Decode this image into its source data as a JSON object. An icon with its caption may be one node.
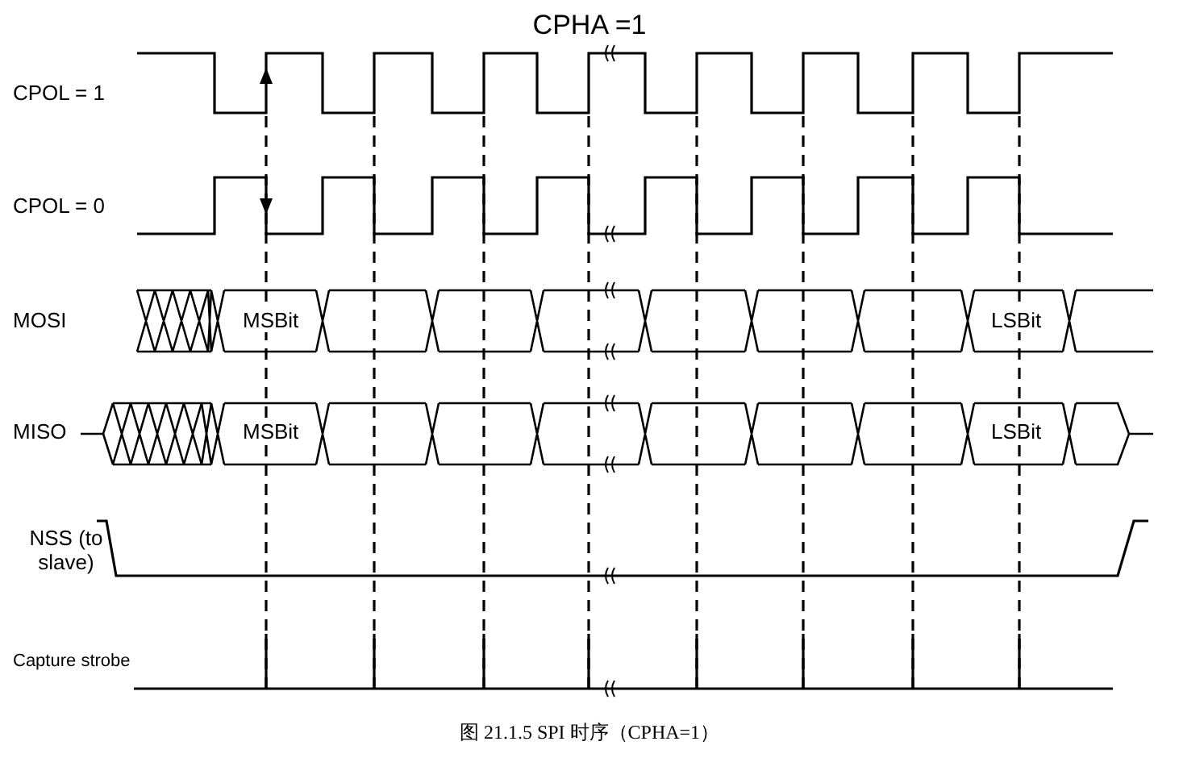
{
  "diagram": {
    "title": "CPHA =1",
    "caption": "图 21.1.5 SPI 时序（CPHA=1）",
    "labels": [
      "CPOL = 1",
      "CPOL = 0",
      "MOSI",
      "MSBit",
      "LSBit",
      "MISO",
      "MSBit",
      "LSBit",
      "NSS (to slave)",
      "Capture strobe"
    ]
  }
}
